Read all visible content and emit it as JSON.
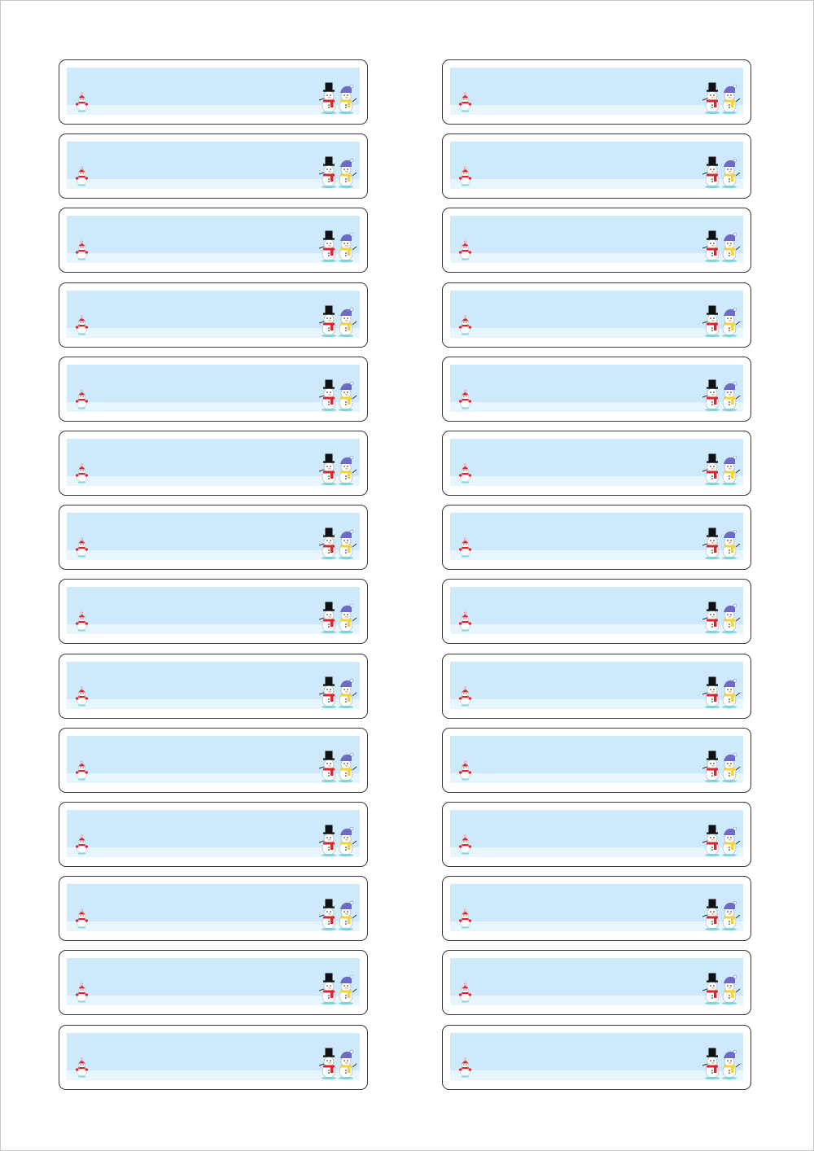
{
  "sheet": {
    "type": "address-label-sheet",
    "columns": 2,
    "rows": 14,
    "label_count": 28,
    "theme": "winter snowmen"
  },
  "label": {
    "text": "",
    "icons": [
      "snowman-small-icon",
      "snowman-pair-icon"
    ]
  },
  "colors": {
    "sky": "#cde9fb",
    "snow": "#e7f5fd",
    "border": "#3a3a3a",
    "scarf": "#d9252e",
    "hat_black": "#111111",
    "hat_blue": "#6d6bc4",
    "scarf_yellow": "#f2d33a"
  }
}
